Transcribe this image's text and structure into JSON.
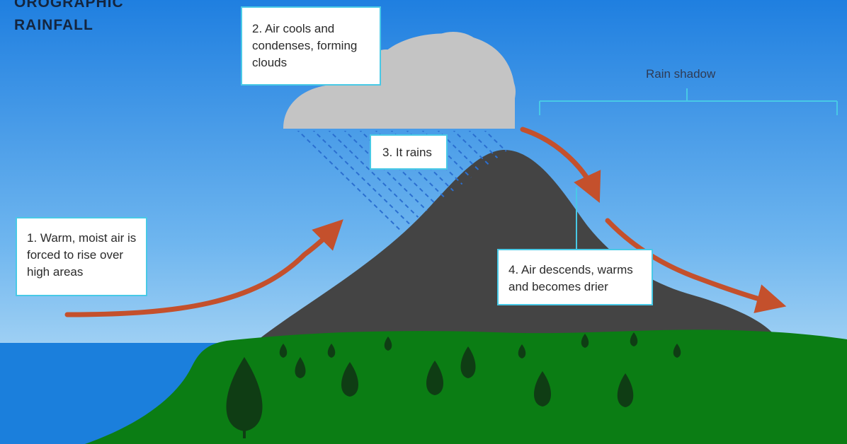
{
  "title": {
    "line1": "OROGRAPHIC",
    "line2": "RAINFALL"
  },
  "steps": {
    "step1": "1. Warm, moist air is forced to rise over high areas",
    "step2": "2. Air cools and condenses, forming clouds",
    "step3": "3. It rains",
    "step4": "4. Air descends, warms and becomes drier"
  },
  "rain_shadow_label": "Rain shadow",
  "colors": {
    "sky_top": "#1f7fe0",
    "sky_bottom": "#bfe3f6",
    "sea": "#1b7fdc",
    "land": "#0b7d14",
    "mountain": "#444444",
    "cloud": "#c4c4c4",
    "arrow": "#c4502c",
    "bracket": "#48c9e6",
    "tree": "#0f3d14"
  }
}
